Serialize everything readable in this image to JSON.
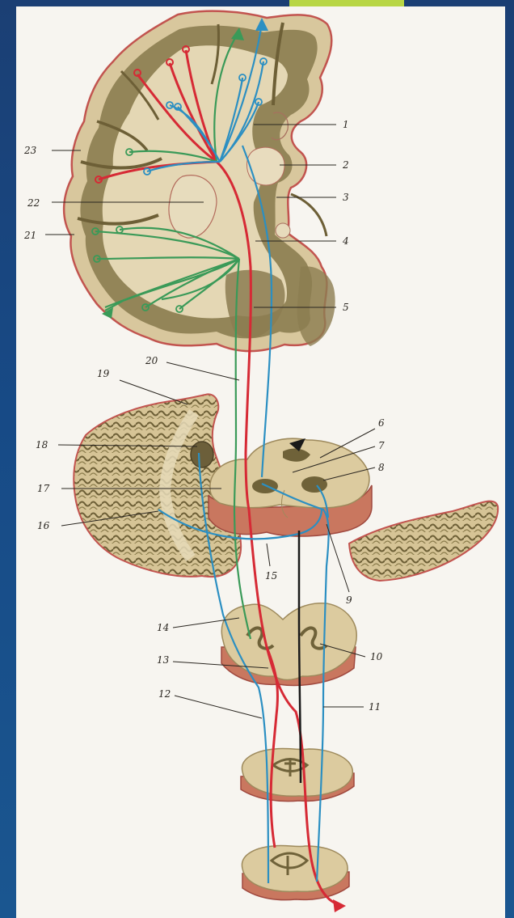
{
  "slide": {
    "accent_tab_color": "#b8d645",
    "background_color": "#1b4a86",
    "paper_color": "#f7f5f0"
  },
  "colors": {
    "tissue": "#d9c9a2",
    "tissue_shade": "#a08a5c",
    "gray_matter": "#8f8054",
    "pia": "#c75a56",
    "red_tract": "#d62a35",
    "blue_tract": "#2b8fc2",
    "green_tract": "#3a9a58",
    "black_tract": "#1a1a1a"
  },
  "labels": [
    "1",
    "2",
    "3",
    "4",
    "5",
    "6",
    "7",
    "8",
    "9",
    "10",
    "11",
    "12",
    "13",
    "14",
    "15",
    "16",
    "17",
    "18",
    "19",
    "20",
    "21",
    "22",
    "23"
  ]
}
